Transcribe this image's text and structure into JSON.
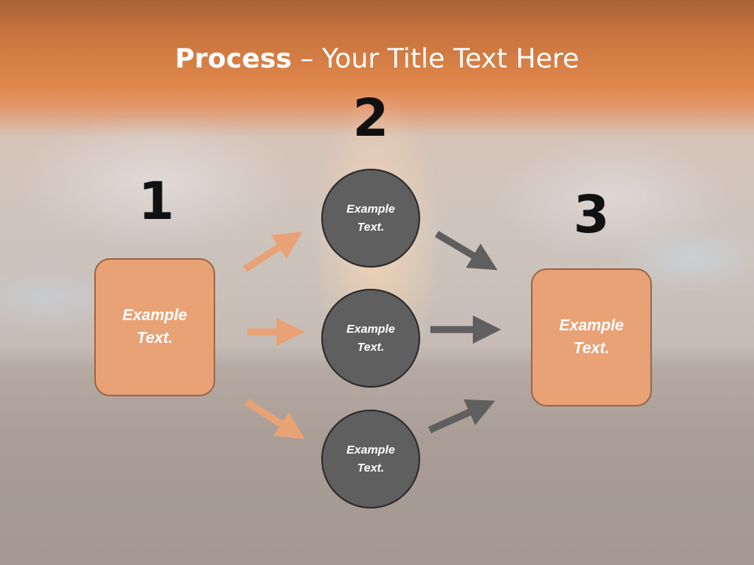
{
  "title": {
    "bold": "Process",
    "rest": " – Your Title Text Here"
  },
  "numbers": [
    "1",
    "2",
    "3"
  ],
  "left_box": {
    "text": "Example Text."
  },
  "right_box": {
    "text": "Example Text."
  },
  "circles": [
    {
      "text": "Example Text."
    },
    {
      "text": "Example Text."
    },
    {
      "text": "Example Text."
    }
  ],
  "colors": {
    "title_band": "#e0884b",
    "box_fill": "#e9a276",
    "circle_fill": "#5f5f5f",
    "orange_arrow": "#e9a276",
    "gray_arrow": "#5f5f5f"
  }
}
